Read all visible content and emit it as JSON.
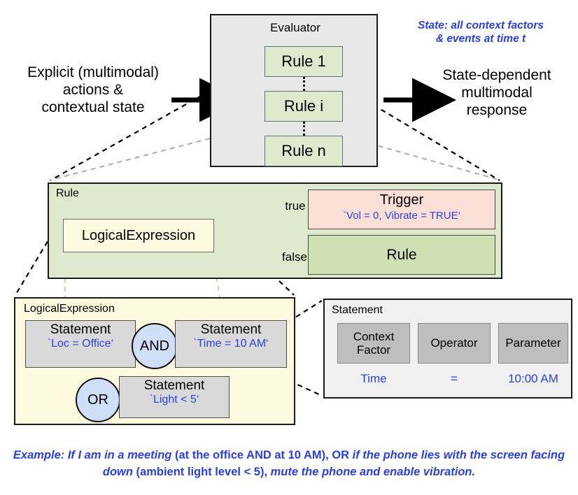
{
  "diagram": {
    "evaluator": {
      "title": "Evaluator",
      "rules": [
        "Rule 1",
        "Rule i",
        "Rule n"
      ]
    },
    "io": {
      "input_label": "Explicit (multimodal)\nactions &\ncontextual state",
      "output_label": "State-dependent\nmultimodal\nresponse",
      "state_note": "State: all context factors\n& events at time t"
    },
    "rule_panel": {
      "title": "Rule",
      "logical_expression_label": "LogicalExpression",
      "edge_true": "true",
      "edge_false": "false",
      "trigger": {
        "title": "Trigger",
        "value": "`Vol = 0, Vibrate = TRUE‘"
      },
      "nested_rule": {
        "title": "Rule"
      }
    },
    "logical_expression_panel": {
      "title": "LogicalExpression",
      "statements": [
        {
          "title": "Statement",
          "value": "`Loc = Office‘"
        },
        {
          "title": "Statement",
          "value": "`Time = 10 AM‘"
        },
        {
          "title": "Statement",
          "value": "`Light < 5‘"
        }
      ],
      "operators": [
        "AND",
        "OR"
      ]
    },
    "statement_panel": {
      "title": "Statement",
      "columns": [
        "Context\nFactor",
        "Operator",
        "Parameter"
      ],
      "values": [
        "Time",
        "=",
        "10:00 AM"
      ]
    },
    "caption": {
      "lead": "Example: If I am in a meeting ",
      "paren1": "(at the office AND at 10 AM), OR ",
      "italic2": "if the phone lies with the screen facing down ",
      "paren2": "(ambient light level < 5), ",
      "italic3": "mute the phone and enable vibration."
    },
    "colors": {
      "evaluator_bg": "#e8e8e8",
      "rule_green": "#dfe9cd",
      "trigger_pink": "#fadfd7",
      "logexp_yellow": "#fdfae0",
      "statement_grey": "#d9d9d9",
      "operator_blue": "#cfdff7",
      "accent_text_blue": "#2b3fe0"
    }
  }
}
